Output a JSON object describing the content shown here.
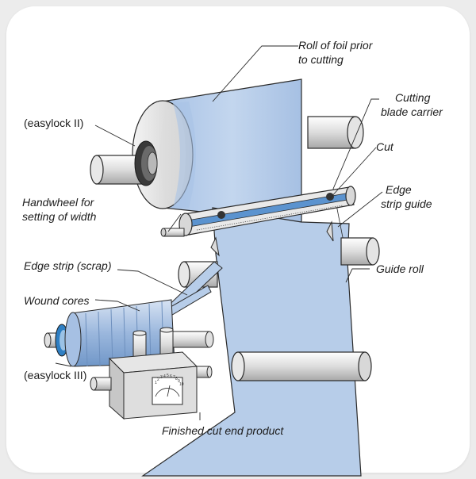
{
  "labels": {
    "roll_foil_l1": "Roll of foil prior",
    "roll_foil_l2": "to cutting",
    "easylock2": "(easylock II)",
    "cutting_l1": "Cutting",
    "cutting_l2": "blade carrier",
    "cut": "Cut",
    "handwheel_l1": "Handwheel for",
    "handwheel_l2": "setting of width",
    "edge_guide_l1": "Edge",
    "edge_guide_l2": "strip guide",
    "edge_strip": "Edge strip (scrap)",
    "wound_cores": "Wound cores",
    "guide_roll": "Guide roll",
    "easylock3": "(easylock III)",
    "finished": "Finished cut end product"
  },
  "scale_ticks": [
    "1",
    "2",
    "3",
    "4",
    "5",
    "6",
    "7",
    "8",
    "9",
    "10"
  ],
  "colors": {
    "foil": "#b7cde9",
    "foil_dark": "#8fb1da",
    "metal": "#e6e6e6",
    "metal_dark": "#9a9a9a",
    "accent_blue": "#3f86c7",
    "outline": "#2a2a2a"
  }
}
